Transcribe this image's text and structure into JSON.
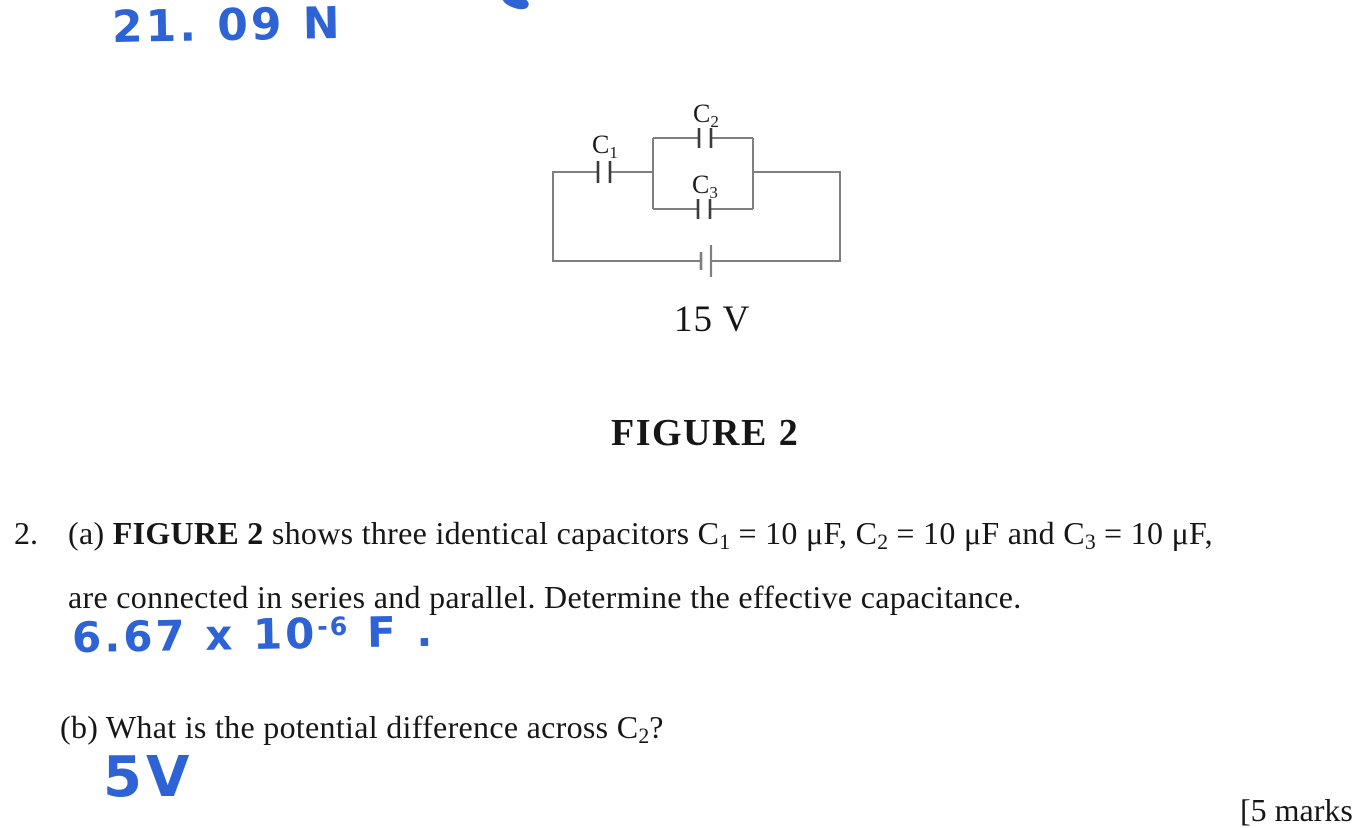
{
  "page": {
    "colors": {
      "paper": "#ffffff",
      "text": "#161616",
      "ink": "#2e63d6",
      "wire": "#7f7f7f",
      "plate": "#3c3c3c"
    }
  },
  "annotations": {
    "top_note": "21. 09 N",
    "answer_a": {
      "prefix": "6.67 x 10",
      "exponent": "-6",
      "suffix": " F ."
    },
    "answer_b": "5V"
  },
  "figure": {
    "caption": "FIGURE 2",
    "battery_label": "15 V",
    "capacitor_labels": [
      {
        "main": "C",
        "sub": "1"
      },
      {
        "main": "C",
        "sub": "2"
      },
      {
        "main": "C",
        "sub": "3"
      }
    ]
  },
  "question": {
    "number": "2.",
    "part_a": {
      "parts": [
        {
          "t": "(a) "
        },
        {
          "t": "FIGURE 2"
        },
        {
          "t": " shows three identical capacitors C"
        },
        {
          "t": "1"
        },
        {
          "t": " = 10 μF, C"
        },
        {
          "t": "2"
        },
        {
          "t": " = 10 μF and C"
        },
        {
          "t": "3"
        },
        {
          "t": " = 10 μF,"
        }
      ],
      "line2": "are connected in series and parallel. Determine the effective capacitance."
    },
    "part_b": {
      "parts": [
        "(b) What is the potential difference across C",
        "2",
        "?"
      ]
    },
    "marks": "[5 marks"
  }
}
